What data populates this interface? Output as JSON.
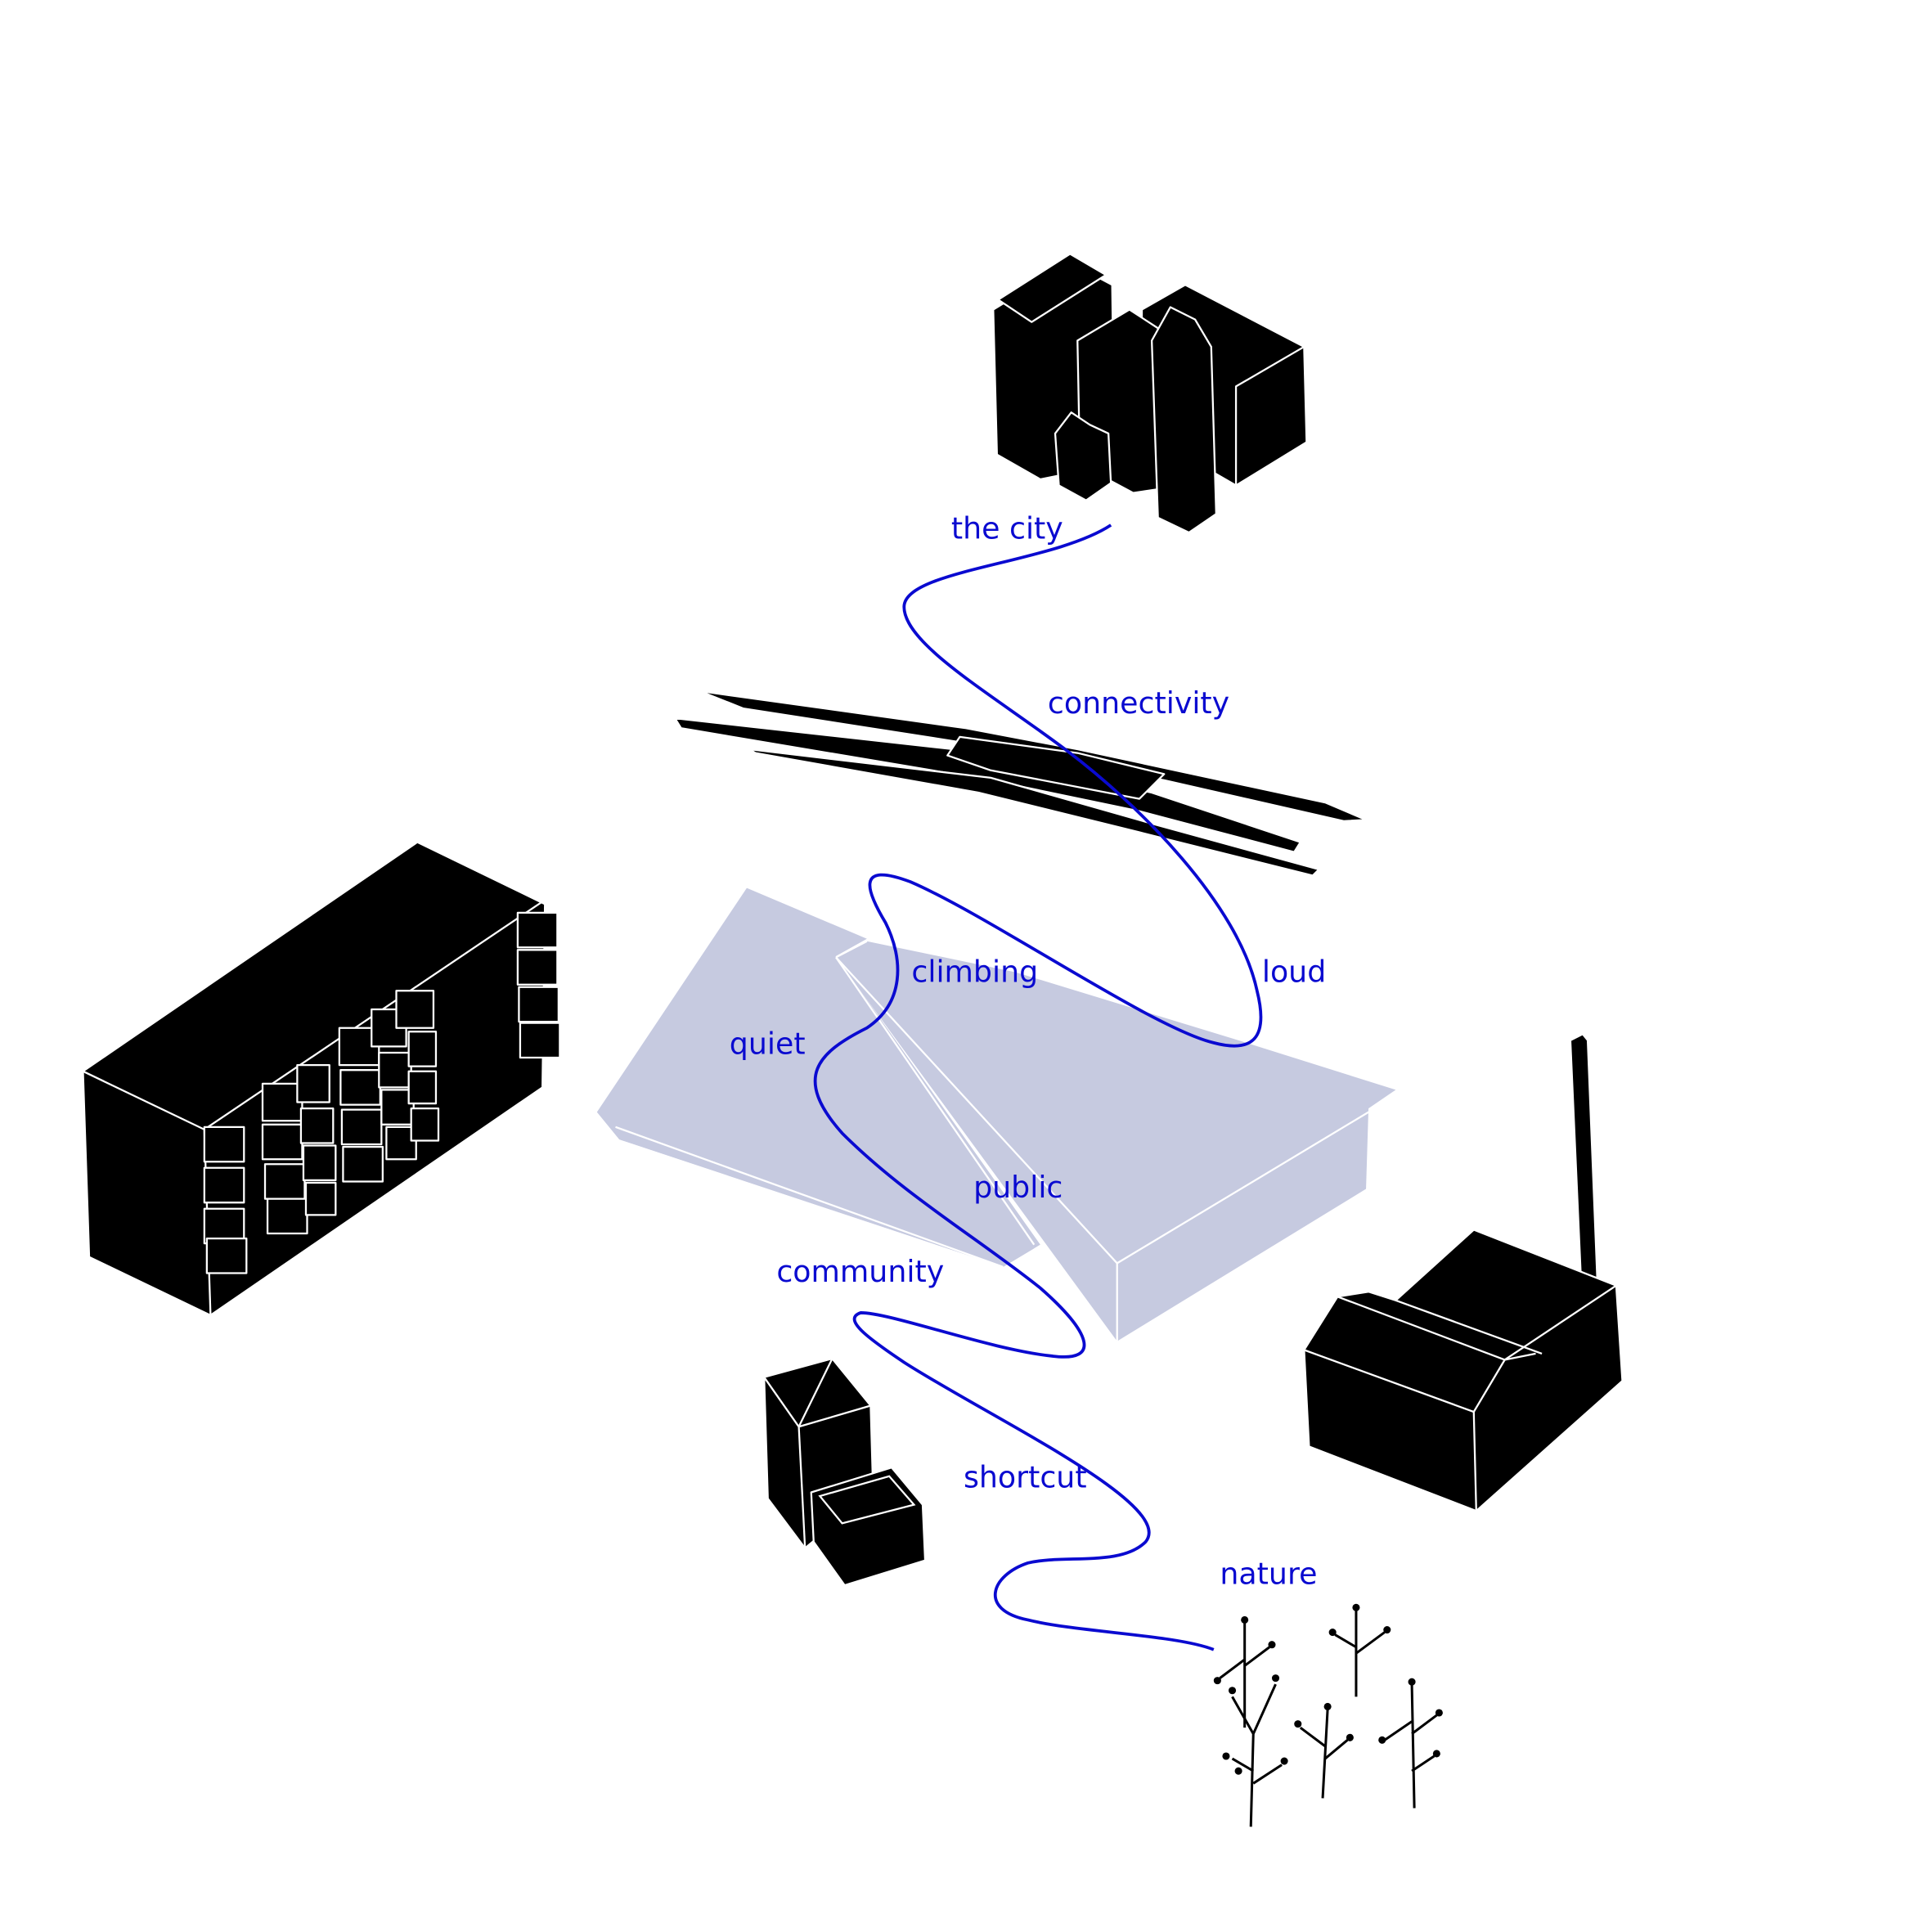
{
  "colors": {
    "path": "#0a0ad0",
    "roof": "#c6cae0",
    "buildings": "#000000"
  },
  "labels": {
    "the_city": "the city",
    "connectivity": "connectivity",
    "loud": "loud",
    "climbing": "climbing",
    "quiet": "quiet",
    "public": "public",
    "community": "community",
    "shortcut": "shortcut",
    "nature": "nature"
  }
}
